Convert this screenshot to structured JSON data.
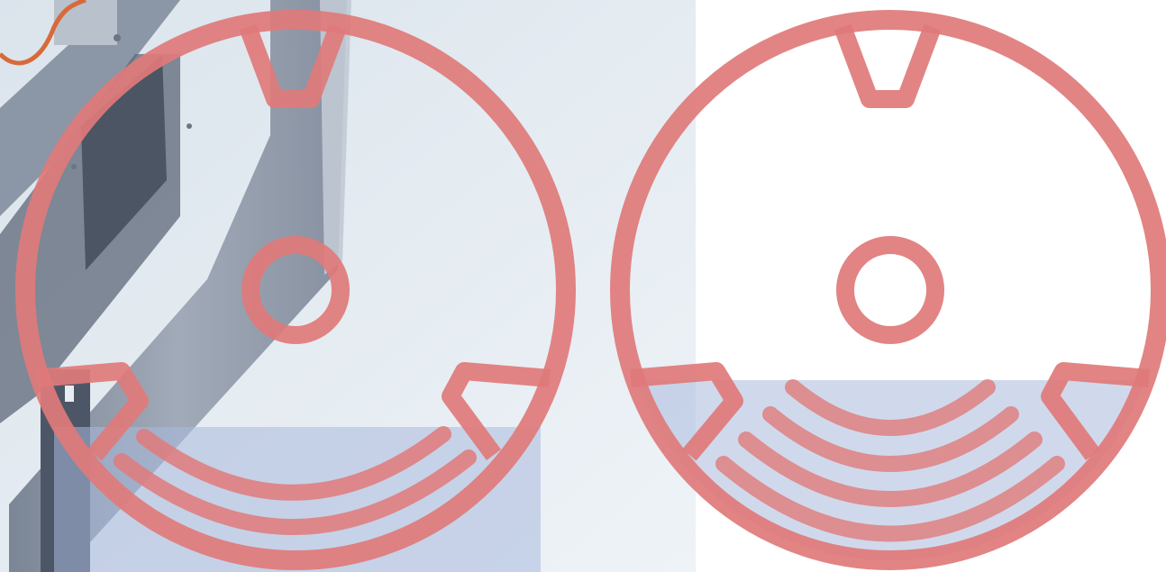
{
  "colors": {
    "photo_bg_light": "#eef3f7",
    "photo_bg_mid": "#d9e2ea",
    "steel_dark": "#5c6778",
    "steel_mid": "#8893a3",
    "steel_light": "#b9c2cd",
    "panel_face": "#9aa3b2",
    "cable_orange": "#d86a3a",
    "outline_red": "#e07a7a",
    "fill_blue": "#aab9dc",
    "white": "#ffffff"
  },
  "diagrams": [
    {
      "name": "left-disc",
      "background": "photo",
      "fill_fraction": 0.26,
      "arc_count": 2
    },
    {
      "name": "right-disc",
      "background": "white",
      "fill_fraction": 0.35,
      "arc_count": 4
    }
  ]
}
